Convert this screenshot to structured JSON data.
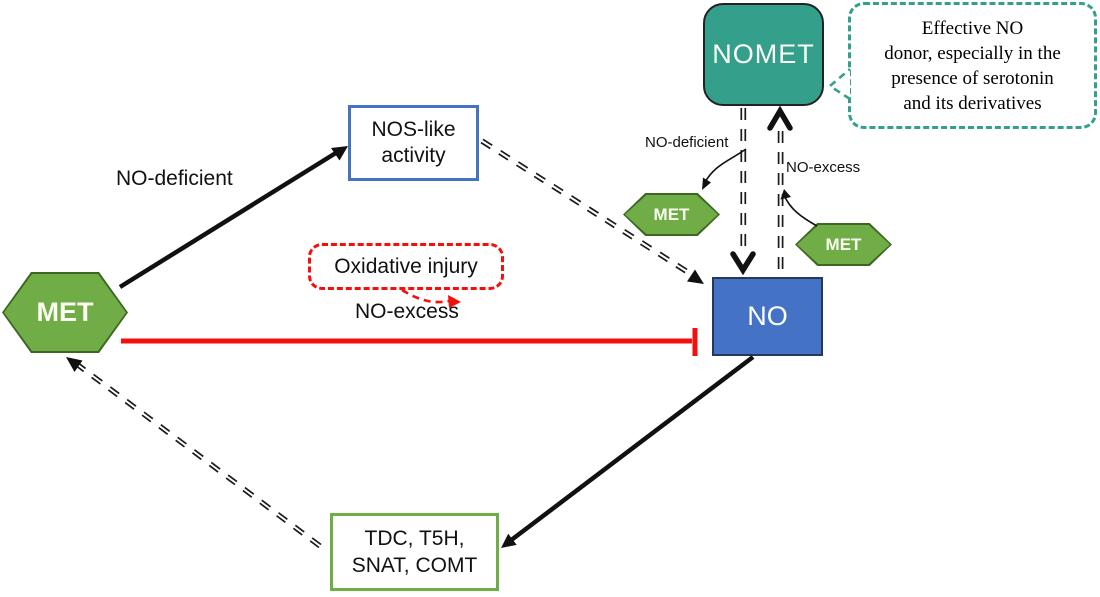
{
  "nodes": {
    "nomet": {
      "label": "NOMET"
    },
    "no": {
      "label": "NO"
    },
    "met_main": {
      "label": "MET"
    },
    "met_small_left": {
      "label": "MET"
    },
    "met_small_right": {
      "label": "MET"
    },
    "nos": {
      "lines": [
        "NOS-like",
        "activity"
      ]
    },
    "tdc": {
      "lines": [
        "TDC, T5H,",
        "SNAT, COMT"
      ]
    }
  },
  "callouts": {
    "effective_no": {
      "lines": [
        "Effective NO",
        "donor, especially in the",
        "presence of serotonin",
        "and its derivatives"
      ]
    },
    "oxidative": {
      "label": "Oxidative injury"
    }
  },
  "labels": {
    "no_deficient_main": "NO-deficient",
    "no_excess_main": "NO-excess",
    "no_deficient_small": "NO-deficient",
    "no_excess_small": "NO-excess"
  },
  "colors": {
    "teal": "#34A08C",
    "green_fill": "#70AD47",
    "green_border_dark": "#3c6622",
    "blue_fill": "#4472C4",
    "red": "#f50f0c",
    "arrow_black": "#111111"
  }
}
